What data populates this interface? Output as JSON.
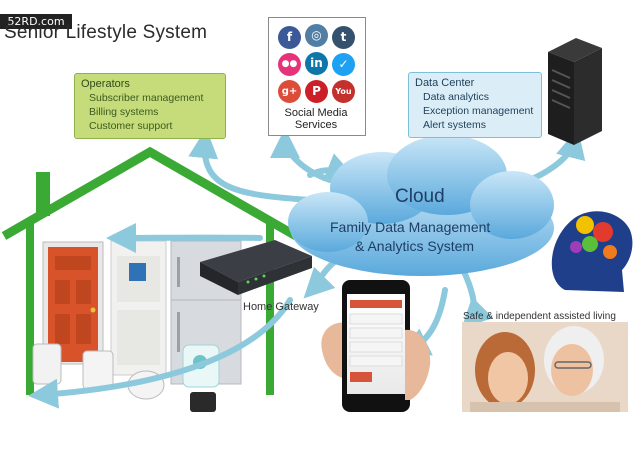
{
  "watermark": "52RD.com",
  "title": "Senior Lifestyle System",
  "operators": {
    "heading": "Operators",
    "items": [
      "Subscriber management",
      "Billing systems",
      "Customer support"
    ]
  },
  "social_media": {
    "label_line1": "Social Media",
    "label_line2": "Services",
    "icons": [
      {
        "name": "facebook-icon",
        "glyph": "f",
        "color": "#3b5998"
      },
      {
        "name": "instagram-icon",
        "glyph": "◎",
        "color": "#517fa4"
      },
      {
        "name": "tumblr-icon",
        "glyph": "t",
        "color": "#34526f"
      },
      {
        "name": "flickr-icon",
        "glyph": "●●",
        "color": "#e6327a"
      },
      {
        "name": "linkedin-icon",
        "glyph": "in",
        "color": "#0e76a8"
      },
      {
        "name": "twitter-icon",
        "glyph": "✓",
        "color": "#1da1f2"
      },
      {
        "name": "google-plus-icon",
        "glyph": "g+",
        "color": "#dd4b39"
      },
      {
        "name": "pinterest-icon",
        "glyph": "P",
        "color": "#cb2027"
      },
      {
        "name": "youtube-icon",
        "glyph": "You",
        "color": "#c4302b"
      }
    ]
  },
  "data_center": {
    "heading": "Data Center",
    "items": [
      "Data analytics",
      "Exception management",
      "Alert systems"
    ]
  },
  "cloud": {
    "title": "Cloud",
    "line1": "Family Data Management",
    "line2": "& Analytics System"
  },
  "gateway_label": "Home Gateway",
  "assisted_label": "Safe & independent assisted living",
  "colors": {
    "house": "#3aaa35",
    "operators_bg": "#c6dc7a",
    "data_center_bg": "#dbeef7",
    "cloud": "#5aa9dc",
    "arrow": "#8cc9dc"
  }
}
